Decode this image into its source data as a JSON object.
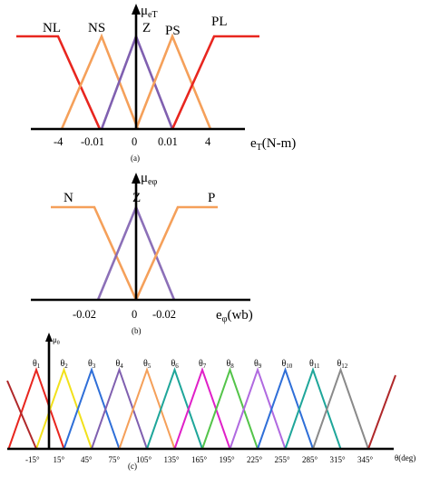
{
  "colors": {
    "red": "#e8261f",
    "orange": "#f5a05a",
    "purple": "#8060b0",
    "yellow": "#f2e11c",
    "blue": "#2f6fd8",
    "teal": "#1fa69a",
    "magenta": "#e020c8",
    "green": "#54c44a",
    "violet": "#b06ae0",
    "gray": "#8a8a8a",
    "darkred": "#b0282a"
  },
  "panel_a": {
    "mu_label": "μ",
    "mu_sub": "eT",
    "mf_labels": [
      "NL",
      "NS",
      "Z",
      "PS",
      "PL"
    ],
    "ticks": [
      "-4",
      "-0.01",
      "0",
      "0.01",
      "4"
    ],
    "axis_label": "e",
    "axis_sub": "T",
    "axis_unit": "(N-m)",
    "caption": "(a)"
  },
  "panel_b": {
    "mu_label": "μ",
    "mu_sub": "eφ",
    "mf_labels": [
      "N",
      "Z",
      "P"
    ],
    "ticks": [
      "-0.02",
      "0",
      "-0.02"
    ],
    "axis_label": "e",
    "axis_sub": "φ",
    "axis_unit": "(wb)",
    "caption": "(b)"
  },
  "panel_c": {
    "mu_label": "μ",
    "mu_sub": "θ",
    "mf_labels": [
      "θ",
      "θ",
      "θ",
      "θ",
      "θ",
      "θ",
      "θ",
      "θ",
      "θ",
      "θ",
      "θ",
      "θ"
    ],
    "mf_subs": [
      "1",
      "2",
      "3",
      "4",
      "5",
      "6",
      "7",
      "8",
      "9",
      "10",
      "11",
      "12"
    ],
    "ticks": [
      "-15°",
      "15°",
      "45°",
      "75°",
      "105°",
      "135°",
      "165°",
      "195°",
      "225°",
      "255°",
      "285°",
      "315°",
      "345°"
    ],
    "axis_label": "θ(deg)",
    "caption": "(c)"
  }
}
